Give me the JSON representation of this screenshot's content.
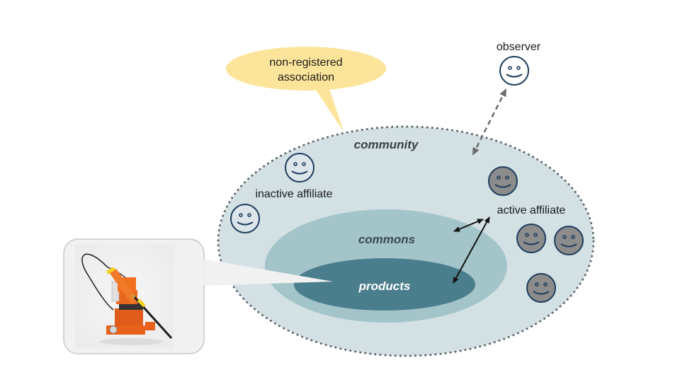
{
  "diagram": {
    "callout_association": {
      "line1": "non-registered",
      "line2": "association"
    },
    "observer": {
      "label": "observer"
    },
    "community": {
      "label": "community"
    },
    "commons": {
      "label": "commons"
    },
    "products": {
      "label": "products"
    },
    "inactive_affiliate": {
      "label": "inactive affiliate",
      "count": 2
    },
    "active_affiliate": {
      "label": "active affiliate",
      "count": 4
    },
    "product_image": {
      "description": "orange robotic micromanipulator device"
    },
    "colors": {
      "community_fill": "#d3e1e5",
      "community_border": "#5f6468",
      "commons_fill": "#a3c4c9",
      "products_fill": "#4a7e8c",
      "callout_fill": "#fce59a",
      "inactive_face_fill": "#dce6ea",
      "active_face_fill": "#8c8c8c",
      "face_stroke": "#1f3d5c",
      "image_box_fill": "#f1f1f1",
      "image_box_border": "#c8c8c8",
      "community_text": "#3a3f44",
      "products_text": "#ffffff"
    }
  }
}
